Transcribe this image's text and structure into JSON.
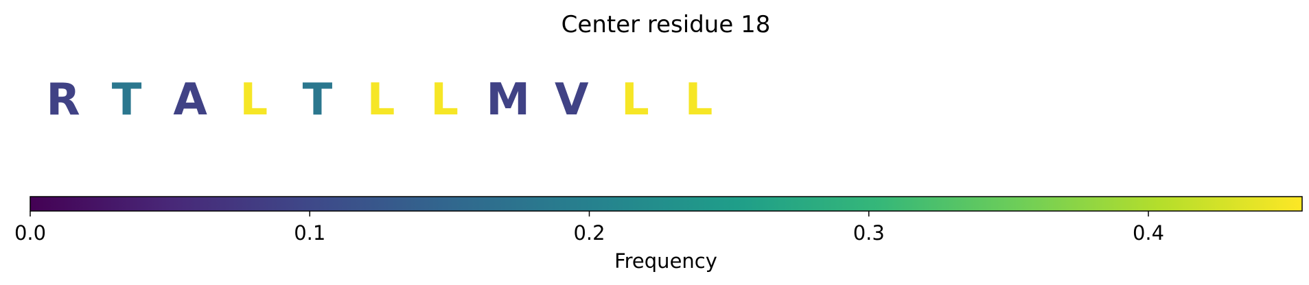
{
  "chart_data": {
    "type": "sequence-colorbar",
    "title": "Center residue 18",
    "residues": [
      {
        "letter": "R",
        "value": 0.09
      },
      {
        "letter": "T",
        "value": 0.18
      },
      {
        "letter": "A",
        "value": 0.09
      },
      {
        "letter": "L",
        "value": 0.45
      },
      {
        "letter": "T",
        "value": 0.18
      },
      {
        "letter": "L",
        "value": 0.45
      },
      {
        "letter": "L",
        "value": 0.45
      },
      {
        "letter": "M",
        "value": 0.09
      },
      {
        "letter": "V",
        "value": 0.09
      },
      {
        "letter": "L",
        "value": 0.45
      },
      {
        "letter": "L",
        "value": 0.45
      }
    ],
    "colorbar": {
      "label": "Frequency",
      "range": [
        0.0,
        0.455
      ],
      "ticks": [
        0.0,
        0.1,
        0.2,
        0.3,
        0.4
      ],
      "tick_labels": [
        "0.0",
        "0.1",
        "0.2",
        "0.3",
        "0.4"
      ],
      "colormap": "viridis",
      "stops": [
        "#440154",
        "#482878",
        "#3e4989",
        "#31688e",
        "#26828e",
        "#1f9e89",
        "#35b779",
        "#6ece58",
        "#b5de2b",
        "#fde725"
      ]
    }
  }
}
